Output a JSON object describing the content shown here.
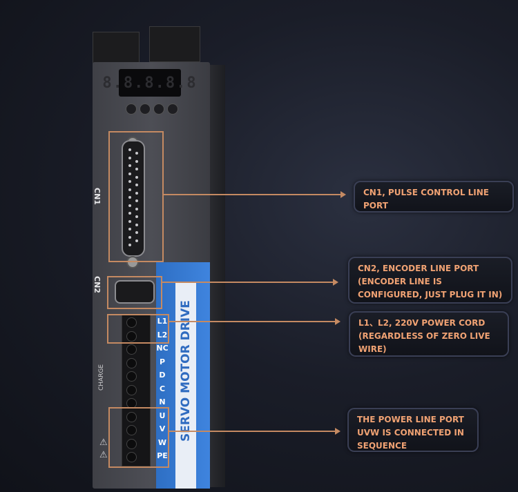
{
  "device": {
    "display_digits": "8.8.8.8.8",
    "cn1_label": "CN1",
    "cn2_label": "CN2",
    "brand_text": "SERVO MOTOR DRIVE",
    "charge_label": "CHARGE",
    "terminal_labels": [
      "L1",
      "L2",
      "NC",
      "P",
      "D",
      "C",
      "N",
      "U",
      "V",
      "W",
      "PE"
    ]
  },
  "callouts": [
    {
      "text": "CN1, PULSE CONTROL LINE PORT"
    },
    {
      "text": "CN2, ENCODER LINE PORT (ENCODER LINE IS CONFIGURED, JUST PLUG IT IN)"
    },
    {
      "text": "L1、L2, 220V POWER CORD (REGARDLESS OF ZERO LIVE WIRE)"
    },
    {
      "text": "THE POWER LINE PORT UVW IS CONNECTED IN SEQUENCE"
    }
  ],
  "colors": {
    "accent": "#c58a62",
    "callout_text": "#f0a273",
    "panel_blue": "#3f84de"
  }
}
